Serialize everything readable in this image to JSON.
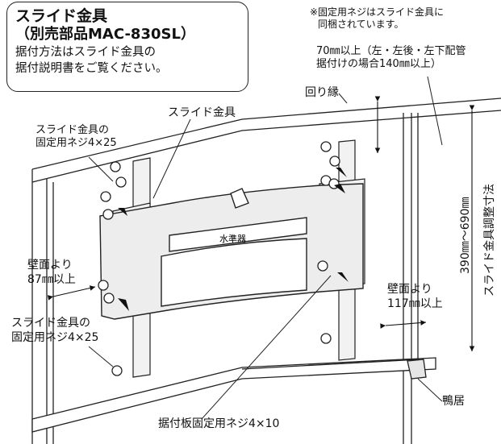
{
  "callout": {
    "line1": "スライド金具",
    "line2": "（別売部品MAC-830SL）",
    "line3": "据付方法はスライド金具の",
    "line4": "据付説明書をご覧ください。"
  },
  "note": {
    "line1": "※固定用ネジはスライド金具に",
    "line2": "同梱されています。"
  },
  "clearance_top": {
    "line1": "70㎜以上（左・左後・左下配管",
    "line2": "据付けの場合140㎜以上）"
  },
  "label_rim": "回り縁",
  "label_slide_bracket": "スライド金具",
  "label_screw_upper": {
    "line1": "スライド金具の",
    "line2": "固定用ネジ4×25"
  },
  "label_wall_left": {
    "line1": "壁面より",
    "line2": "87㎜以上"
  },
  "label_screw_lower": {
    "line1": "スライド金具の",
    "line2": "固定用ネジ4×25"
  },
  "label_wall_right": {
    "line1": "壁面より",
    "line2": "117㎜以上"
  },
  "label_dimension": {
    "range": "390㎜〜690㎜",
    "name": "スライド金具調整寸法"
  },
  "label_lintel": "鴨居",
  "label_plate_screw": "据付板固定用ネジ4×10",
  "label_level": "水準器"
}
